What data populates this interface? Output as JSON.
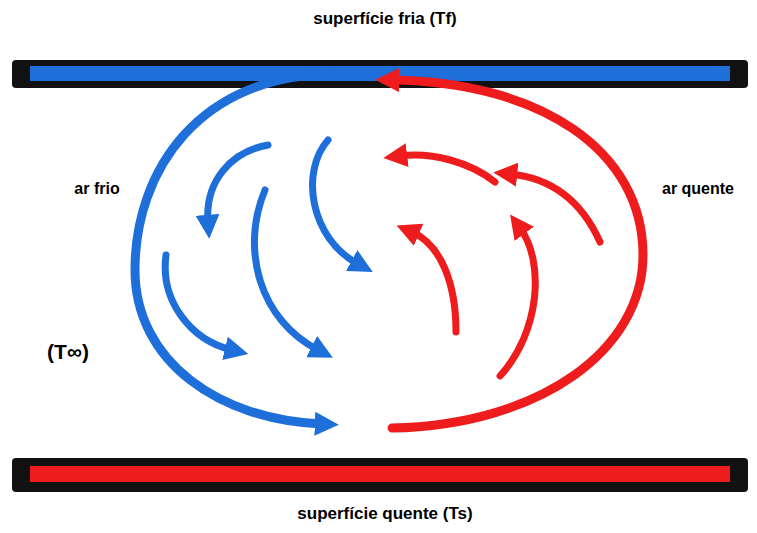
{
  "diagram": {
    "labels": [
      "superfície fria (Tf)",
      "ar frio",
      "ar quente",
      "(T∞)",
      "superfície quente (Ts)"
    ]
  }
}
